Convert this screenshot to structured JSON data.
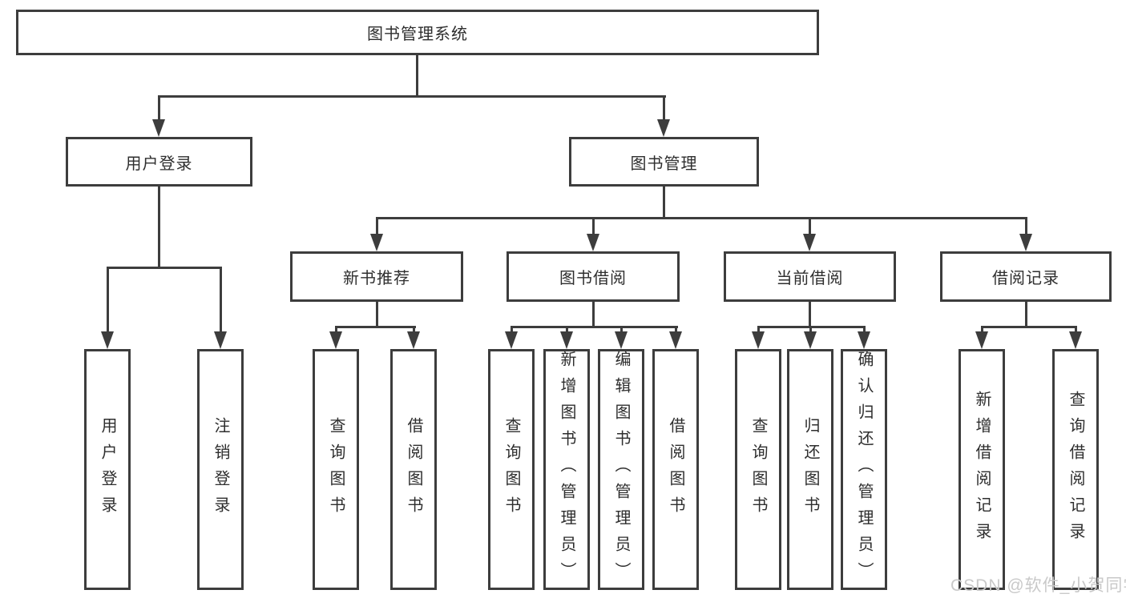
{
  "tree": {
    "label": "图书管理系统",
    "children": [
      {
        "label": "用户登录",
        "children": [
          {
            "label": "用户登录"
          },
          {
            "label": "注销登录"
          }
        ]
      },
      {
        "label": "图书管理",
        "children": [
          {
            "label": "新书推荐",
            "children": [
              {
                "label": "查询图书"
              },
              {
                "label": "借阅图书"
              }
            ]
          },
          {
            "label": "图书借阅",
            "children": [
              {
                "label": "查询图书"
              },
              {
                "label": "新增图书（管理员）"
              },
              {
                "label": "编辑图书（管理员）"
              },
              {
                "label": "借阅图书"
              }
            ]
          },
          {
            "label": "当前借阅",
            "children": [
              {
                "label": "查询图书"
              },
              {
                "label": "归还图书"
              },
              {
                "label": "确认归还（管理员）"
              }
            ]
          },
          {
            "label": "借阅记录",
            "children": [
              {
                "label": "新增借阅记录"
              },
              {
                "label": "查询借阅记录"
              }
            ]
          }
        ]
      }
    ]
  },
  "watermark": "CSDN @软件_小贺同学",
  "colors": {
    "line": "#3d3d3d",
    "text": "#2e2e2e",
    "watermark": "#c9c9c9",
    "background": "#ffffff"
  }
}
